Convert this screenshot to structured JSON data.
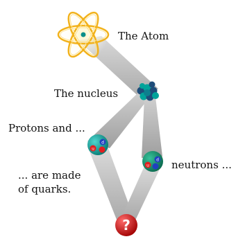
{
  "labels": {
    "atom": "The Atom",
    "nucleus": "The nucleus",
    "protons": "Protons and ...",
    "neutrons": "neutrons ...",
    "quarks_line1": "... are made",
    "quarks_line2": "of quarks."
  },
  "question_mark": "?",
  "quark_letters": {
    "proton": [
      "u",
      "d"
    ],
    "neutron": [
      "u",
      "d"
    ]
  },
  "colors": {
    "orbit": "#f4b400",
    "beam": "#bdbdbd",
    "nucleus_teal": "#00a39a",
    "nucleus_dark": "#1e4d7a",
    "proton": "#0aa39a",
    "neutron": "#14906e",
    "quark_red": "#e02020",
    "quark_blue": "#2040c0",
    "question_red": "#c40000"
  }
}
